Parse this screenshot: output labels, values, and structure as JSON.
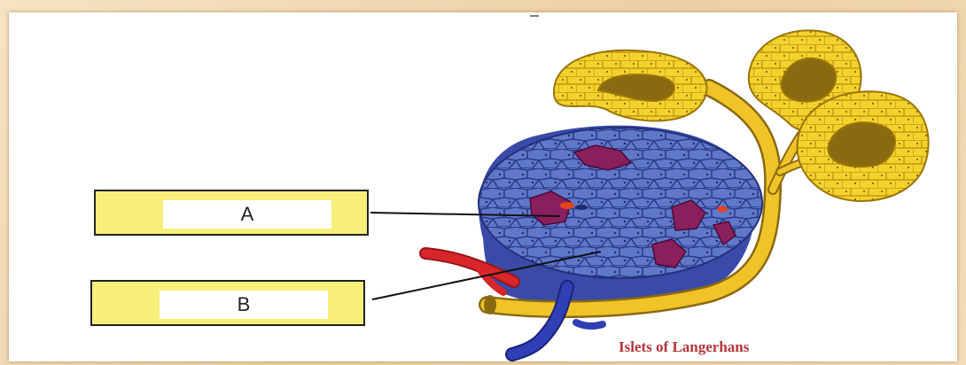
{
  "labels": {
    "a": "A",
    "b": "B"
  },
  "caption": "Islets of Langerhans",
  "colors": {
    "background": "#f1d9b3",
    "label_fill": "#f7ef7a",
    "acini_yellow": "#f2cf2a",
    "islet_blue": "#5f78c9",
    "islet_purple": "#8a1f5e",
    "artery_red": "#d8262a",
    "vein_blue": "#2f3fb5",
    "caption_red": "#b5343a"
  }
}
